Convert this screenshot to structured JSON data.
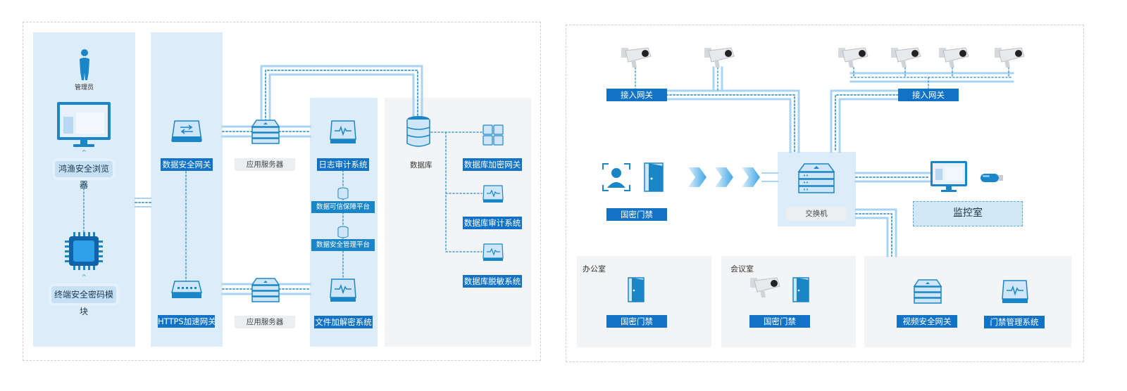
{
  "left": {
    "admin_label": "管理员",
    "browser_label": "鸿渔安全浏览器",
    "crypto_module_label": "终端安全密码模块",
    "gateway_top_label": "数据安全网关",
    "gateway_bottom_label": "HTTPS加速网关",
    "app_server_top_label": "应用服务器",
    "app_server_bottom_label": "应用服务器",
    "log_audit_label": "日志审计系统",
    "trust_platform_label": "数据可信保障平台",
    "security_mgmt_label": "数据安全管理平台",
    "file_crypto_label": "文件加解密系统",
    "database_label": "数据库",
    "db_encrypt_gateway_label": "数据库加密网关",
    "db_audit_label": "数据库审计系统",
    "db_mask_label": "数据库脱敏系统"
  },
  "right": {
    "access_gateway_left_label": "接入网关",
    "access_gateway_right_label": "接入网关",
    "access_control_label": "国密门禁",
    "switch_label": "交换机",
    "monitor_room_label": "监控室",
    "office_title": "办公室",
    "office_door_label": "国密门禁",
    "meeting_title": "会议室",
    "meeting_door_label": "国密门禁",
    "video_gateway_label": "视频安全网关",
    "door_mgmt_label": "门禁管理系统"
  },
  "colors": {
    "label_blue": "#1273c6",
    "column_blue": "#dcecf9",
    "column_grey": "#f3f4f6",
    "line_blue": "#a8d4f2",
    "icon_blue": "#1a86c8"
  },
  "icons": [
    "person-icon",
    "monitor-icon",
    "chip-icon",
    "gateway-icon",
    "server-icon",
    "audit-monitor-icon",
    "database-icon",
    "cubes-icon",
    "camera-icon",
    "face-scan-icon",
    "door-icon",
    "arrow-icon",
    "switch-icon",
    "usb-key-icon"
  ]
}
